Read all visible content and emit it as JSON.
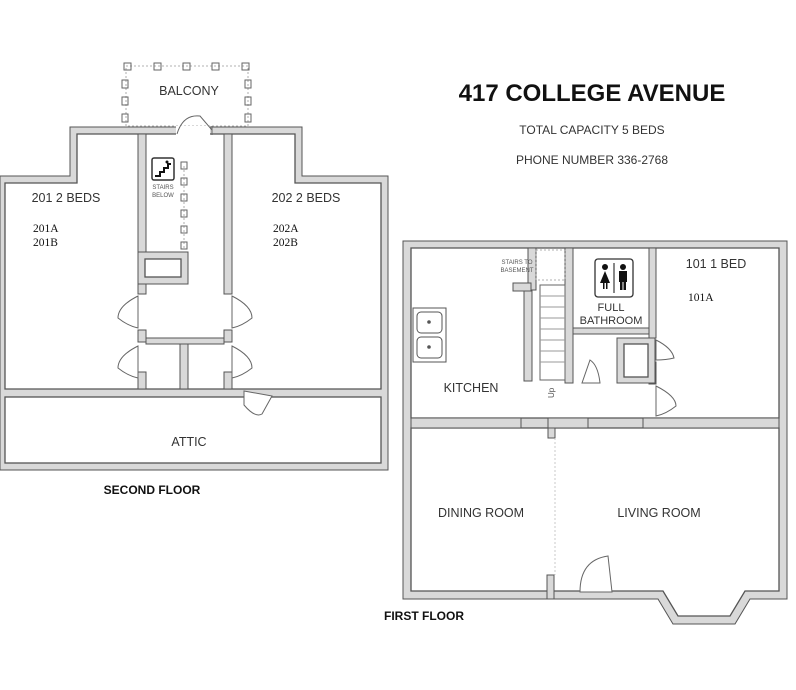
{
  "header": {
    "title": "417 COLLEGE AVENUE",
    "capacity": "TOTAL CAPACITY 5 BEDS",
    "phone": "PHONE NUMBER 336-2768"
  },
  "second_floor": {
    "caption": "SECOND FLOOR",
    "balcony": "BALCONY",
    "stairs_below_line1": "STAIRS",
    "stairs_below_line2": "BELOW",
    "room_201": {
      "label": "201 2 BEDS",
      "beds": [
        "201A",
        "201B"
      ]
    },
    "room_202": {
      "label": "202 2 BEDS",
      "beds": [
        "202A",
        "202B"
      ]
    },
    "attic": "ATTIC"
  },
  "first_floor": {
    "caption": "FIRST FLOOR",
    "kitchen": "KITCHEN",
    "stairs_basement_line1": "STAIRS TO",
    "stairs_basement_line2": "BASEMENT",
    "up": "Up",
    "bathroom_line1": "FULL",
    "bathroom_line2": "BATHROOM",
    "room_101": {
      "label": "101 1 BED",
      "beds": [
        "101A"
      ]
    },
    "dining_room": "DINING ROOM",
    "living_room": "LIVING ROOM"
  },
  "icons": [
    "stairs-icon",
    "restroom-icon",
    "double-sink-icon",
    "door-swing-icon"
  ]
}
